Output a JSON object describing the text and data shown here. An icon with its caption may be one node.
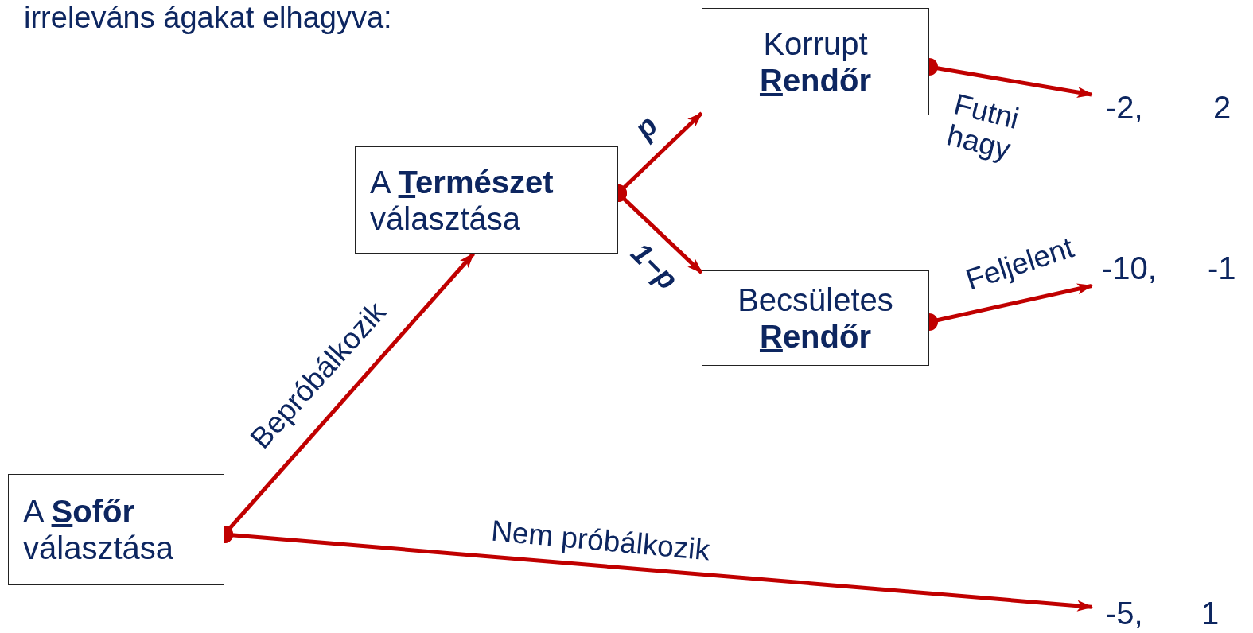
{
  "diagram": {
    "nodes": [
      {
        "text": [
          "A **Sofőr** választása"
        ]
      },
      {
        "text": [
          "A **Természet** választása"
        ]
      },
      {
        "text": [
          "Korrupt **Rendőr**"
        ]
      },
      {
        "text": [
          "Becsületes **Rendőr**"
        ]
      },
      {
        "text": [
          "-2,",
          "2"
        ]
      },
      {
        "text": [
          "-10,",
          "-1"
        ]
      },
      {
        "text": [
          "-5,",
          "1"
        ]
      }
    ],
    "edges": [
      {
        "from": 0,
        "to": 1,
        "arrow": "to",
        "label": "Bepróbálkozik"
      },
      {
        "from": 0,
        "to": 6,
        "arrow": "to",
        "label": "Nem próbálkozik"
      },
      {
        "from": 1,
        "to": 2,
        "arrow": "to",
        "label": "p"
      },
      {
        "from": 1,
        "to": 3,
        "arrow": "to",
        "label": "1−p"
      },
      {
        "from": 2,
        "to": 4,
        "arrow": "to",
        "label": "Futni hagy"
      },
      {
        "from": 3,
        "to": 5,
        "arrow": "to",
        "label": "Feljelent"
      }
    ],
    "labels": [
      "irreleváns ágakat elhagyva:"
    ]
  }
}
